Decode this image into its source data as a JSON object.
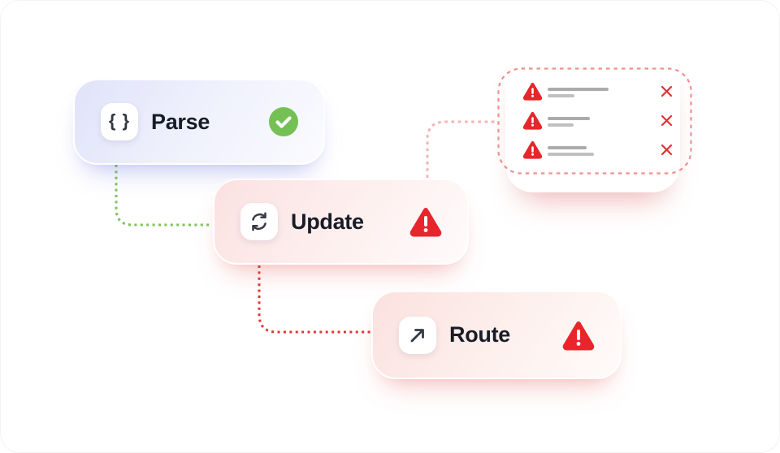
{
  "flow": {
    "nodes": [
      {
        "label": "Parse",
        "icon": "braces-icon",
        "icon_glyph": "{ }",
        "status": "success"
      },
      {
        "label": "Update",
        "icon": "refresh-icon",
        "status": "error"
      },
      {
        "label": "Route",
        "icon": "arrow-up-right-icon",
        "status": "error"
      }
    ],
    "connectors": [
      {
        "from": "Parse",
        "to": "Update",
        "style": "dotted",
        "color": "#7cc256"
      },
      {
        "from": "Update",
        "to": "Route",
        "style": "dotted",
        "color": "#e53331"
      },
      {
        "from": "Update",
        "to": "error-panel",
        "style": "dashed",
        "color": "#f5b3b3"
      }
    ]
  },
  "error_panel": {
    "item_count": 3,
    "items": [
      {
        "icon": "warning-triangle-icon",
        "dismiss_icon": "x-icon"
      },
      {
        "icon": "warning-triangle-icon",
        "dismiss_icon": "x-icon"
      },
      {
        "icon": "warning-triangle-icon",
        "dismiss_icon": "x-icon"
      }
    ]
  },
  "colors": {
    "success_green": "#74c054",
    "error_red": "#e5302f",
    "parse_tint": "#e0e2fa",
    "error_tint": "#fbe1e1",
    "panel_border": "#f18f8f",
    "connector_pink": "#f5b3b3",
    "placeholder_gray": "#ababab",
    "text": "#181c27"
  }
}
